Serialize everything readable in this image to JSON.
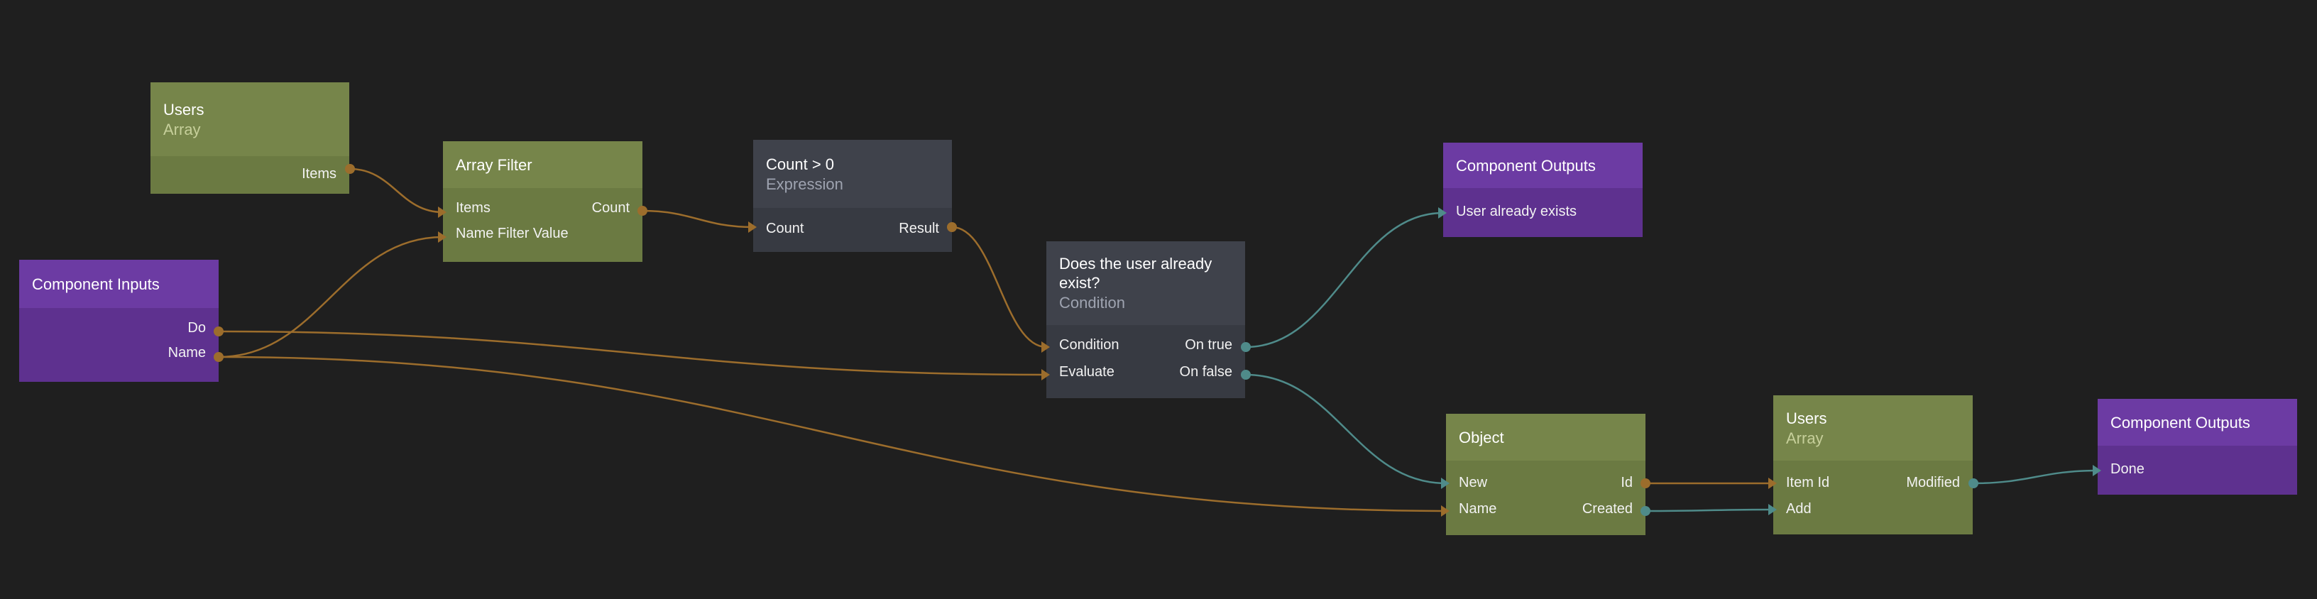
{
  "colors": {
    "background": "#1f1f1f",
    "data_wire": "#9c6d2c",
    "signal_wire": "#4f8b8a"
  },
  "nodes": {
    "users_array_1": {
      "title": "Users",
      "subtitle": "Array",
      "outputs": [
        "Items"
      ]
    },
    "array_filter": {
      "title": "Array Filter",
      "inputs": [
        "Items",
        "Name Filter Value"
      ],
      "outputs": [
        "Count"
      ]
    },
    "count_expression": {
      "title": "Count > 0",
      "subtitle": "Expression",
      "inputs": [
        "Count"
      ],
      "outputs": [
        "Result"
      ]
    },
    "component_inputs": {
      "title": "Component Inputs",
      "outputs": [
        "Do",
        "Name"
      ]
    },
    "condition": {
      "title_line1": "Does the user already",
      "title_line2": "exist?",
      "subtitle": "Condition",
      "inputs": [
        "Condition",
        "Evaluate"
      ],
      "outputs": [
        "On true",
        "On false"
      ]
    },
    "component_outputs_1": {
      "title": "Component Outputs",
      "inputs": [
        "User already exists"
      ]
    },
    "object": {
      "title": "Object",
      "inputs": [
        "New",
        "Name"
      ],
      "outputs": [
        "Id",
        "Created"
      ]
    },
    "users_array_2": {
      "title": "Users",
      "subtitle": "Array",
      "inputs": [
        "Item Id",
        "Add"
      ],
      "outputs": [
        "Modified"
      ]
    },
    "component_outputs_2": {
      "title": "Component Outputs",
      "inputs": [
        "Done"
      ]
    }
  }
}
